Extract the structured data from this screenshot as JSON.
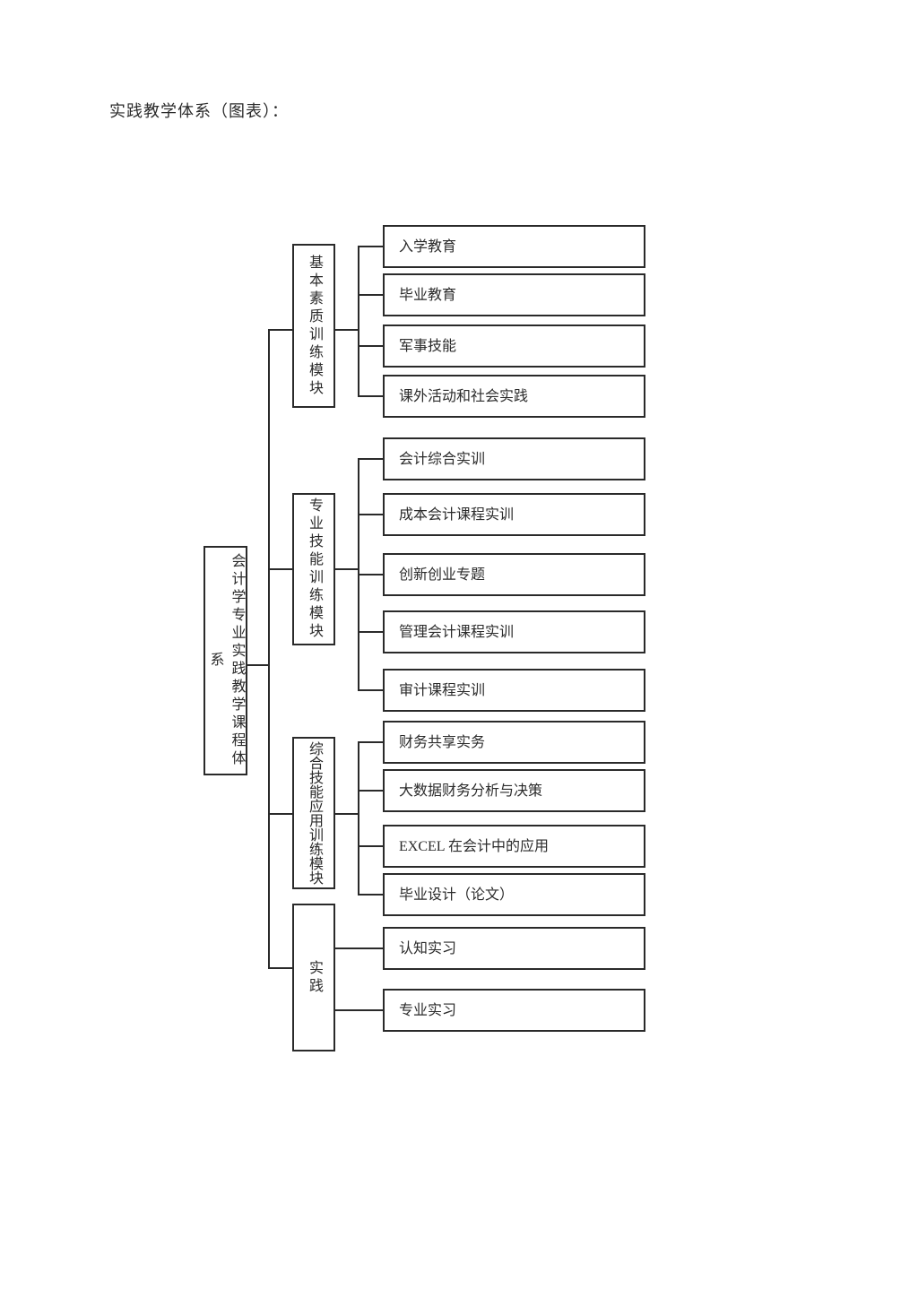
{
  "title": "实践教学体系（图表）：",
  "diagram": {
    "root": "会计学专业实践教学课程体系",
    "modules": [
      {
        "label": "基本素质训练模块",
        "children": [
          "入学教育",
          "毕业教育",
          "军事技能",
          "课外活动和社会实践"
        ]
      },
      {
        "label": "专业技能训练模块",
        "children": [
          "会计综合实训",
          "成本会计课程实训",
          "创新创业专题",
          "管理会计课程实训",
          "审计课程实训"
        ]
      },
      {
        "label": "综合技能应用训练模块",
        "children": [
          "财务共享实务",
          "大数据财务分析与决策",
          "EXCEL 在会计中的应用",
          "毕业设计（论文）"
        ]
      },
      {
        "label": "实践",
        "children": [
          "认知实习",
          "专业实习"
        ]
      }
    ],
    "line_color": "#2a2a2a"
  }
}
